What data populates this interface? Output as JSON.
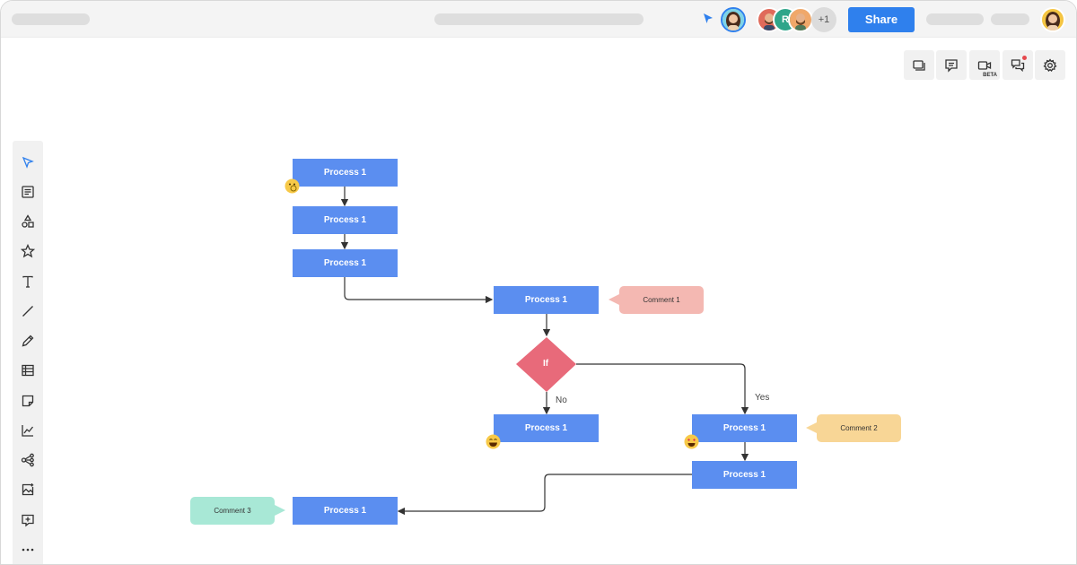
{
  "header": {
    "share_label": "Share",
    "extra_users_label": "+1",
    "collaborator_initial": "R"
  },
  "right_toolbar": {
    "video_badge": "BETA"
  },
  "flowchart": {
    "nodes": {
      "p1": "Process 1",
      "p2": "Process 1",
      "p3": "Process 1",
      "p4": "Process 1",
      "decision": "If",
      "p_no": "Process 1",
      "p_yes": "Process 1",
      "p_yes2": "Process 1",
      "p_final": "Process 1"
    },
    "edge_labels": {
      "no": "No",
      "yes": "Yes"
    },
    "comments": {
      "c1": "Comment 1",
      "c2": "Comment 2",
      "c3": "Comment 3"
    }
  },
  "colors": {
    "process_fill": "#5b8ef0",
    "decision_fill": "#e86a7a",
    "comment1": "#f4b8b2",
    "comment2": "#f8d696",
    "comment3": "#a8e8d6",
    "accent": "#2f80ed"
  },
  "icons": {
    "left_toolbar": [
      "select-icon",
      "text-block-icon",
      "shapes-icon",
      "star-icon",
      "text-icon",
      "line-icon",
      "pen-icon",
      "table-icon",
      "sticky-note-icon",
      "chart-icon",
      "mindmap-icon",
      "image-icon",
      "add-frame-icon",
      "more-icon"
    ],
    "right_toolbar": [
      "layers-icon",
      "comment-icon",
      "video-icon",
      "chat-icon",
      "settings-icon"
    ]
  }
}
